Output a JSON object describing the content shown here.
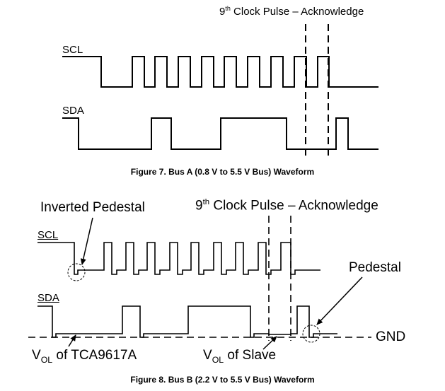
{
  "figure7": {
    "annotation": "9",
    "annotation_sup": "th",
    "annotation_rest": " Clock Pulse – Acknowledge",
    "scl_label": "SCL",
    "sda_label": "SDA",
    "caption": "Figure 7.  Bus A (0.8 V to 5.5 V Bus) Waveform"
  },
  "figure8": {
    "inverted_pedestal": "Inverted Pedestal",
    "annotation": "9",
    "annotation_sup": "th",
    "annotation_rest": " Clock Pulse – Acknowledge",
    "scl_label": "SCL",
    "sda_label": "SDA",
    "pedestal": "Pedestal",
    "gnd": "GND",
    "vol_prefix": "V",
    "vol_sub": "OL",
    "vol_tca": " of TCA9617A",
    "vol_slave": " of Slave",
    "caption": "Figure 8.  Bus B (2.2 V to 5.5 V Bus) Waveform"
  }
}
